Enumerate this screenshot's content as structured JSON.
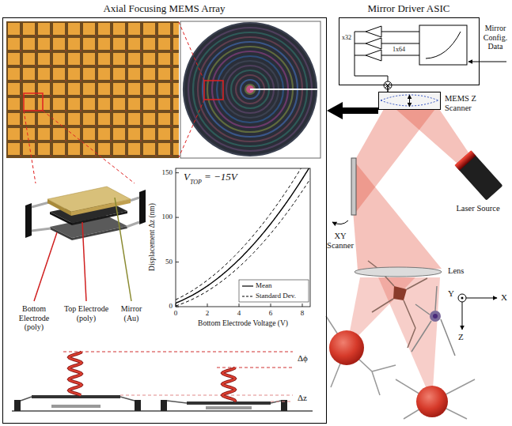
{
  "diagram": {
    "nodes": [
      {
        "text": [
          "Axial Focusing MEMS Array"
        ]
      },
      {
        "text": [
          "Mirror Driver ASIC"
        ]
      },
      {
        "text": [
          "MEMS Z Scanner"
        ]
      },
      {
        "text": [
          "XY Scanner"
        ]
      },
      {
        "text": [
          "Laser Source"
        ]
      },
      {
        "text": [
          "Lens"
        ]
      }
    ],
    "edges": [
      {
        "from": 1,
        "to": 2,
        "arrow": "none"
      },
      {
        "from": 2,
        "to": 0,
        "arrow": "to"
      }
    ],
    "labels": [
      "x32",
      "1x64",
      "Mirror Config. Data",
      "Y",
      "X",
      "Z",
      "Bottom Electrode (poly)",
      "Top Electrode (poly)",
      "Mirror (Au)",
      "V",
      "TOP",
      "= −15V",
      "Displacement Δz (nm)",
      "Bottom Electrode Voltage (V)",
      "0",
      "50",
      "100",
      "150",
      "0",
      "2",
      "4",
      "6",
      "8",
      "Δϕ",
      "Δz"
    ],
    "legend": [
      {
        "text": "Mean"
      },
      {
        "text": "Standard Dev."
      }
    ]
  }
}
